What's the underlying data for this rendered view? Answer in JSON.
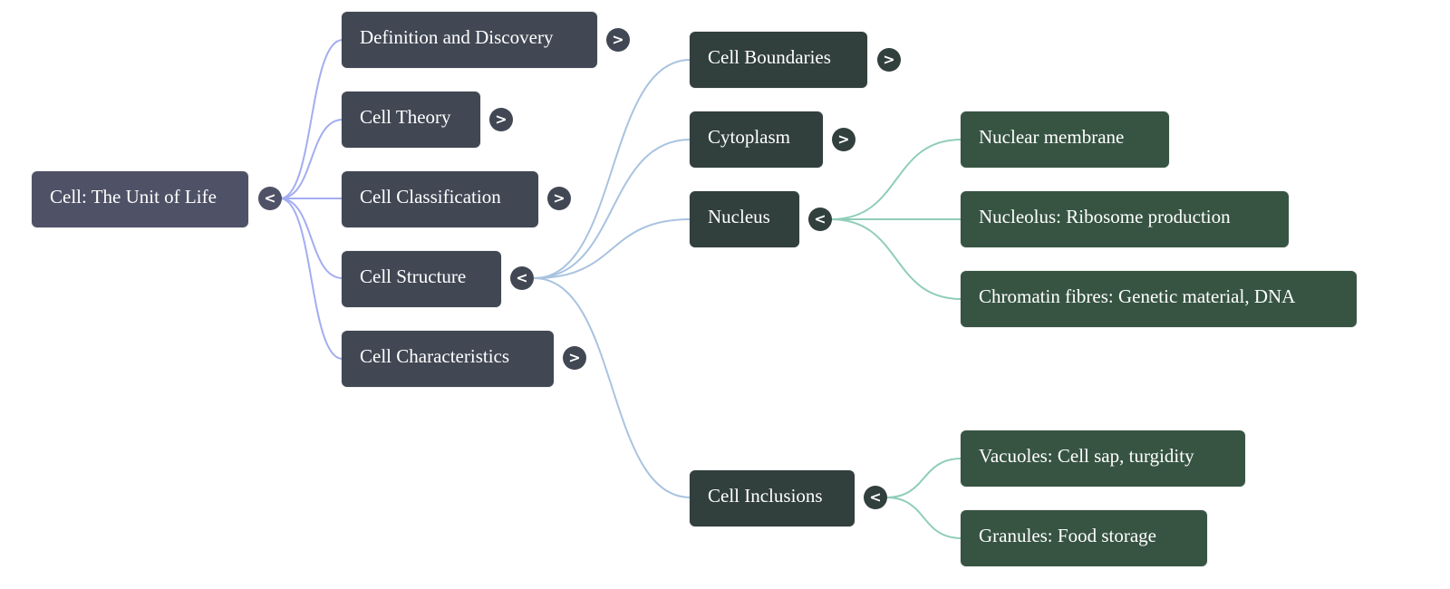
{
  "colors": {
    "root_fill": "#4f5166",
    "level1_fill": "#414854",
    "level2_fill": "#313f3d",
    "level3_fill": "#375443",
    "link_root": "#a3adf0",
    "link_level1": "#a9c3e0",
    "link_level2": "#8fcdb9"
  },
  "icons": {
    "collapse": "<",
    "expand": ">"
  },
  "mindmap": {
    "root": {
      "label": "Cell: The Unit of Life",
      "state": "expanded"
    },
    "level1": [
      {
        "label": "Definition and Discovery",
        "state": "collapsed"
      },
      {
        "label": "Cell Theory",
        "state": "collapsed"
      },
      {
        "label": "Cell Classification",
        "state": "collapsed"
      },
      {
        "label": "Cell Structure",
        "state": "expanded"
      },
      {
        "label": "Cell Characteristics",
        "state": "collapsed"
      }
    ],
    "structure_children": [
      {
        "label": "Cell Boundaries",
        "state": "collapsed"
      },
      {
        "label": "Cytoplasm",
        "state": "collapsed"
      },
      {
        "label": "Nucleus",
        "state": "expanded"
      },
      {
        "label": "Cell Inclusions",
        "state": "expanded"
      }
    ],
    "nucleus_children": [
      {
        "label": "Nuclear membrane"
      },
      {
        "label": "Nucleolus: Ribosome production"
      },
      {
        "label": "Chromatin fibres: Genetic material, DNA"
      }
    ],
    "inclusions_children": [
      {
        "label": "Vacuoles: Cell sap, turgidity"
      },
      {
        "label": "Granules: Food storage"
      }
    ]
  }
}
